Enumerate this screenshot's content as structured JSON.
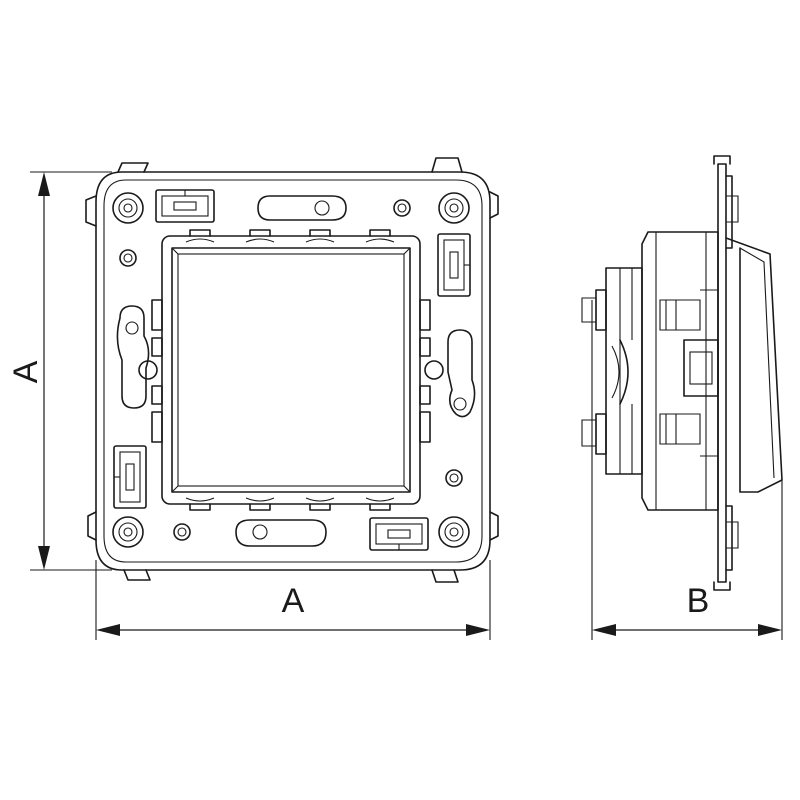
{
  "dimensions": {
    "height_label": "A",
    "width_label": "A",
    "depth_label": "B"
  },
  "colors": {
    "line": "#1a1a1a",
    "background": "#ffffff"
  }
}
